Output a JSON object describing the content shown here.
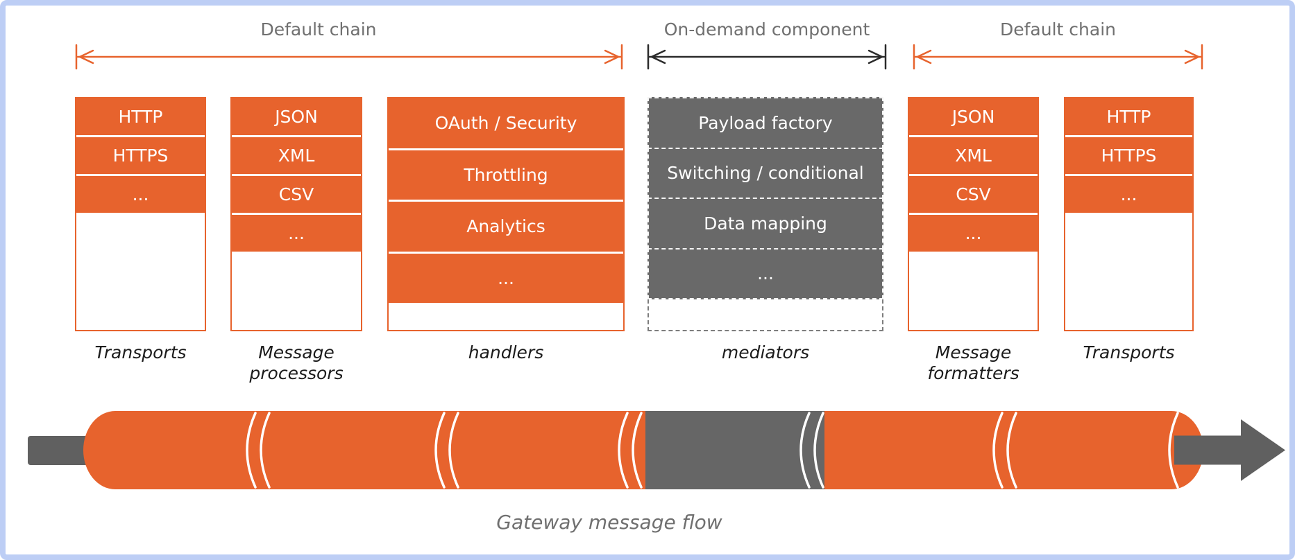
{
  "diagram": {
    "brackets": [
      {
        "label": "Default chain"
      },
      {
        "label": "On-demand component"
      },
      {
        "label": "Default chain"
      }
    ],
    "columns": [
      {
        "label": "Transports",
        "rows": [
          "HTTP",
          "HTTPS",
          "..."
        ]
      },
      {
        "label": "Message processors",
        "rows": [
          "JSON",
          "XML",
          "CSV",
          "..."
        ]
      },
      {
        "label": "handlers",
        "rows": [
          "OAuth / Security",
          "Throttling",
          "Analytics",
          "..."
        ]
      },
      {
        "label": "mediators",
        "rows": [
          "Payload factory",
          "Switching / conditional",
          "Data mapping",
          "..."
        ]
      },
      {
        "label": "Message formatters",
        "rows": [
          "JSON",
          "XML",
          "CSV",
          "..."
        ]
      },
      {
        "label": "Transports",
        "rows": [
          "HTTP",
          "HTTPS",
          "..."
        ]
      }
    ],
    "pipeline": {
      "caption": "Gateway message flow",
      "segment_colors": [
        "orange",
        "orange",
        "orange",
        "gray",
        "orange",
        "orange"
      ]
    },
    "colors": {
      "orange": "#e7632d",
      "component_gray": "#696969",
      "pipeline_gray": "#606060",
      "frame_blue": "#bdcef5",
      "annotation_gray": "#707070",
      "segment_text": "#ffffff",
      "column_label": "#1c1c1c"
    }
  }
}
